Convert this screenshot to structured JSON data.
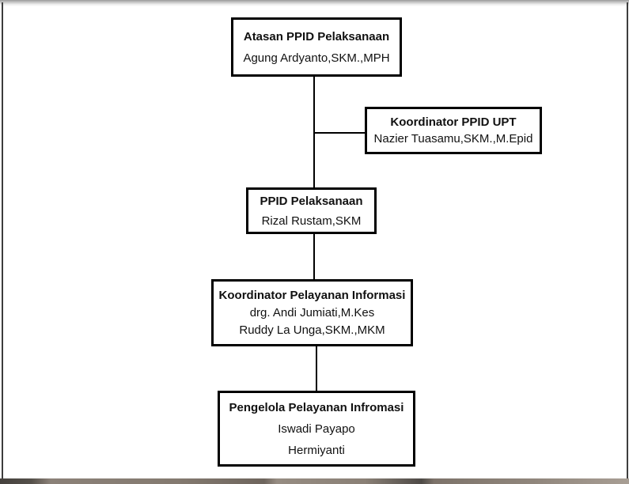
{
  "page": {
    "background": "#ffffff",
    "edge_border_color": "#3d3d3d",
    "box_border_color": "#000000",
    "text_color": "#111111"
  },
  "chart": {
    "type": "org-chart",
    "nodes": [
      {
        "id": "atasan-ppid",
        "title": "Atasan PPID Pelaksanaan",
        "names": [
          "Agung Ardyanto,SKM.,MPH"
        ]
      },
      {
        "id": "koordinator-ppid-upt",
        "title": "Koordinator PPID UPT",
        "names": [
          "Nazier Tuasamu,SKM.,M.Epid"
        ]
      },
      {
        "id": "ppid-pelaksanaan",
        "title": "PPID Pelaksanaan",
        "names": [
          "Rizal Rustam,SKM"
        ]
      },
      {
        "id": "koordinator-pelayanan-informasi",
        "title": "Koordinator Pelayanan Informasi",
        "names": [
          "drg. Andi Jumiati,M.Kes",
          "Ruddy La Unga,SKM.,MKM"
        ]
      },
      {
        "id": "pengelola-pelayanan-infromasi",
        "title": "Pengelola Pelayanan Infromasi",
        "names": [
          "Iswadi Payapo",
          "Hermiyanti"
        ]
      }
    ],
    "edges": [
      {
        "from": "atasan-ppid",
        "to": "ppid-pelaksanaan",
        "type": "vertical"
      },
      {
        "from": "atasan-ppid",
        "to": "koordinator-ppid-upt",
        "type": "branch-right"
      },
      {
        "from": "ppid-pelaksanaan",
        "to": "koordinator-pelayanan-informasi",
        "type": "vertical"
      },
      {
        "from": "koordinator-pelayanan-informasi",
        "to": "pengelola-pelayanan-infromasi",
        "type": "vertical"
      }
    ]
  }
}
